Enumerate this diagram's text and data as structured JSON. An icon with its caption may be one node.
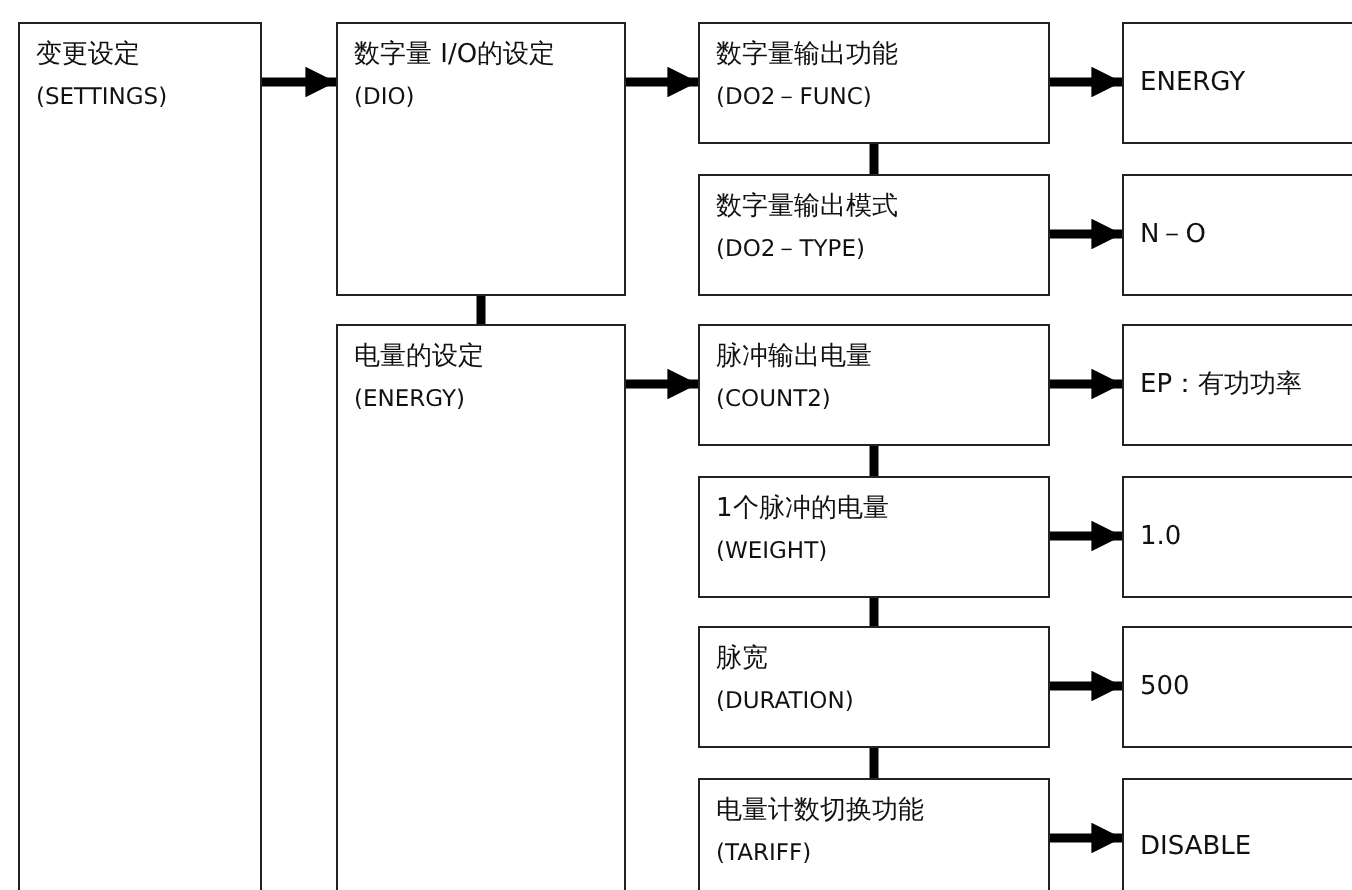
{
  "diagram": {
    "nodes": [
      {
        "text": [
          "变更设定",
          "(SETTINGS)"
        ]
      },
      {
        "text": [
          "数字量 I/O的设定",
          "(DIO)"
        ]
      },
      {
        "text": [
          "数字量输出功能",
          "(DO2－FUNC)"
        ]
      },
      {
        "text": [
          "ENERGY"
        ]
      },
      {
        "text": [
          "数字量输出模式",
          "(DO2－TYPE)"
        ]
      },
      {
        "text": [
          "N－O"
        ]
      },
      {
        "text": [
          "电量的设定",
          "(ENERGY)"
        ]
      },
      {
        "text": [
          "脉冲输出电量",
          "(COUNT2)"
        ]
      },
      {
        "text": [
          "EP：有功功率"
        ]
      },
      {
        "text": [
          "1个脉冲的电量",
          "(WEIGHT)"
        ]
      },
      {
        "text": [
          "1.0"
        ]
      },
      {
        "text": [
          "脉宽",
          "(DURATION)"
        ]
      },
      {
        "text": [
          "500"
        ]
      },
      {
        "text": [
          "电量计数切换功能",
          "(TARIFF)"
        ]
      },
      {
        "text": [
          "DISABLE"
        ]
      }
    ],
    "edges": [
      {
        "from": 0,
        "to": 1,
        "arrow": "to"
      },
      {
        "from": 1,
        "to": 2,
        "arrow": "to"
      },
      {
        "from": 2,
        "to": 3,
        "arrow": "to"
      },
      {
        "from": 2,
        "to": 4,
        "arrow": "none"
      },
      {
        "from": 4,
        "to": 5,
        "arrow": "to"
      },
      {
        "from": 1,
        "to": 6,
        "arrow": "none"
      },
      {
        "from": 6,
        "to": 7,
        "arrow": "to"
      },
      {
        "from": 7,
        "to": 8,
        "arrow": "to"
      },
      {
        "from": 7,
        "to": 9,
        "arrow": "none"
      },
      {
        "from": 9,
        "to": 10,
        "arrow": "to"
      },
      {
        "from": 9,
        "to": 11,
        "arrow": "none"
      },
      {
        "from": 11,
        "to": 12,
        "arrow": "to"
      },
      {
        "from": 11,
        "to": 13,
        "arrow": "none"
      },
      {
        "from": 13,
        "to": 14,
        "arrow": "to"
      }
    ]
  }
}
